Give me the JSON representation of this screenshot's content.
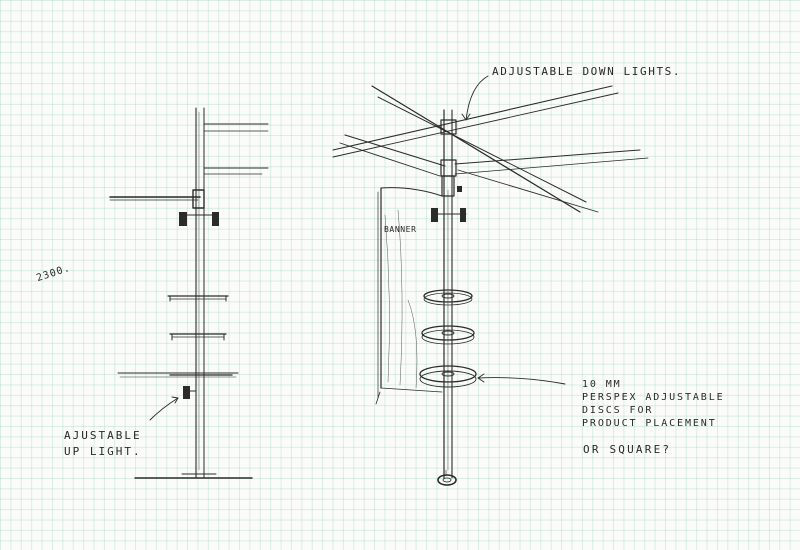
{
  "annotations": {
    "height": "2300.",
    "uplight": "AJUSTABLE\nUP LIGHT.",
    "banner": "BANNER",
    "downlights": "ADJUSTABLE DOWN LIGHTS.",
    "discs": "10 mm\nPERSPEX ADJUSTABLE\nDISCS FOR\nPRODUCT PLACEMENT",
    "square": "OR SQUARE?"
  }
}
